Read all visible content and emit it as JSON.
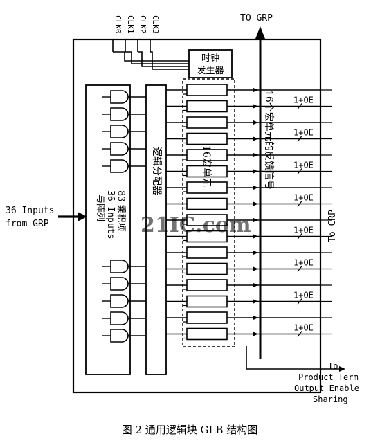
{
  "clocks": [
    "CLK0",
    "CLK1",
    "CLK2",
    "CLK3"
  ],
  "top_arrow_label": "TO GRP",
  "clock_generator": [
    "时钟",
    "发生器"
  ],
  "inputs_label": [
    "36 Inputs",
    "from GRP"
  ],
  "and_array_label": [
    "与阵列",
    "36 Inputs",
    "83 乘积项"
  ],
  "distributor_label": "逻辑分配器",
  "macrocell_label": "16宏单元",
  "feedback_label": "16个宏单元的反馈信号",
  "right_label": "To CRP",
  "output_enable_label": "1+OE",
  "bottom_label": [
    "To",
    "Product Term",
    "Output Enable",
    "Sharing"
  ],
  "watermark": "21IC.com",
  "caption": "图 2  通用逻辑块 GLB 结构图"
}
